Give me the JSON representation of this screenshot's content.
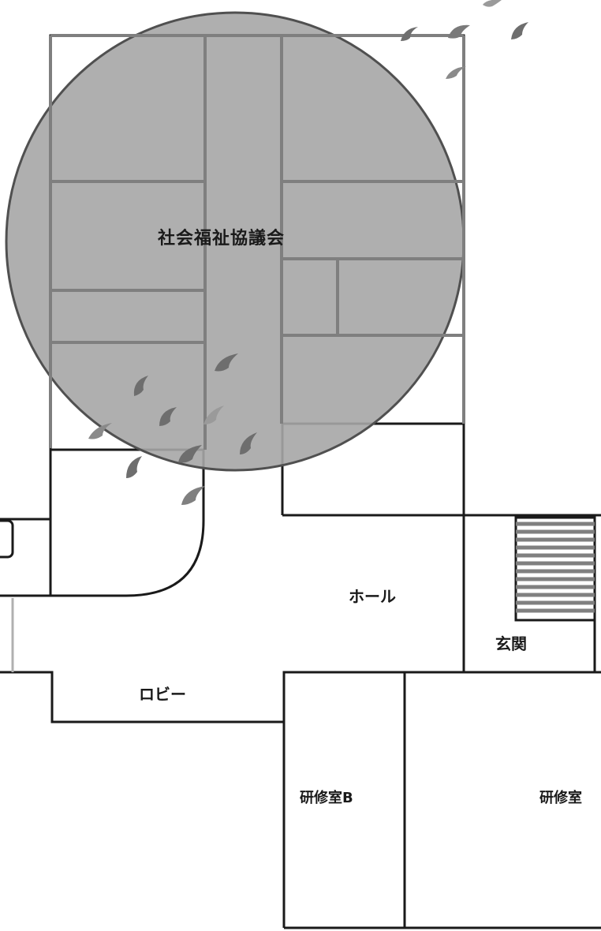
{
  "map": {
    "labels": {
      "council": "社会福祉協議会",
      "hall": "ホール",
      "entrance": "玄関",
      "lobby": "ロビー",
      "training_b": "研修室B",
      "training_a": "研修室"
    },
    "colors": {
      "wall": "#1a1a1a",
      "inner_wall": "#808080",
      "highlight_circle": "#a6a6a6",
      "petal": "#707070",
      "background": "#ffffff"
    },
    "icons": [
      "petal-icon",
      "stairs-icon"
    ]
  }
}
